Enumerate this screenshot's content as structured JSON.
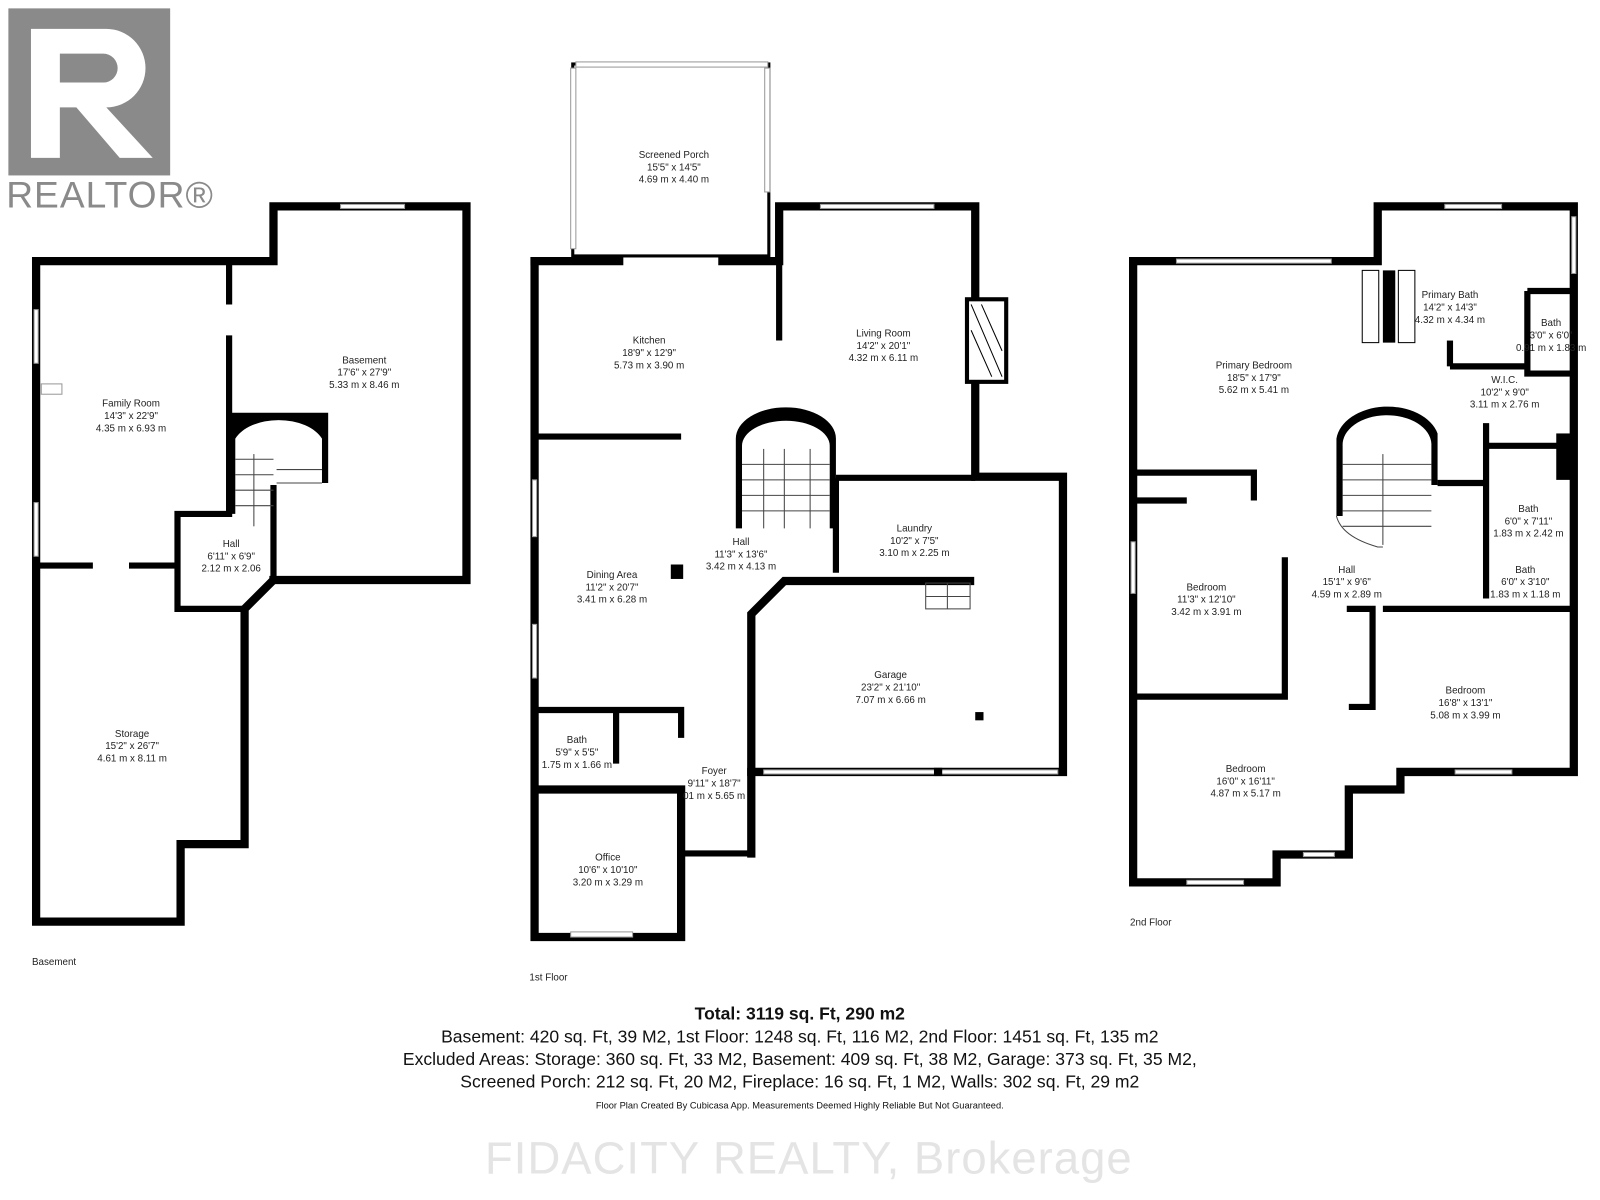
{
  "logo": {
    "text": "REALTOR®",
    "color": "#8a8a8a"
  },
  "floors": {
    "basement": {
      "label": "Basement",
      "rooms": [
        {
          "name": "Family Room",
          "imperial": "14'3\" x 22'9\"",
          "metric": "4.35 m x 6.93 m"
        },
        {
          "name": "Basement",
          "imperial": "17'6\" x 27'9\"",
          "metric": "5.33 m x 8.46 m"
        },
        {
          "name": "Hall",
          "imperial": "6'11\" x 6'9\"",
          "metric": "2.12 m x 2.06"
        },
        {
          "name": "Storage",
          "imperial": "15'2\" x 26'7\"",
          "metric": "4.61 m x 8.11 m"
        }
      ]
    },
    "first": {
      "label": "1st Floor",
      "rooms": [
        {
          "name": "Screened Porch",
          "imperial": "15'5\" x 14'5\"",
          "metric": "4.69 m x 4.40 m"
        },
        {
          "name": "Kitchen",
          "imperial": "18'9\" x 12'9\"",
          "metric": "5.73 m x 3.90 m"
        },
        {
          "name": "Living Room",
          "imperial": "14'2\" x 20'1\"",
          "metric": "4.32 m x 6.11 m"
        },
        {
          "name": "Dining Area",
          "imperial": "11'2\" x 20'7\"",
          "metric": "3.41 m x 6.28 m"
        },
        {
          "name": "Hall",
          "imperial": "11'3\" x 13'6\"",
          "metric": "3.42 m x 4.13 m"
        },
        {
          "name": "Laundry",
          "imperial": "10'2\" x 7'5\"",
          "metric": "3.10 m x 2.25 m"
        },
        {
          "name": "Garage",
          "imperial": "23'2\" x 21'10\"",
          "metric": "7.07 m x 6.66 m"
        },
        {
          "name": "Bath",
          "imperial": "5'9\" x 5'5\"",
          "metric": "1.75 m x 1.66 m"
        },
        {
          "name": "Foyer",
          "imperial": "9'11\" x 18'7\"",
          "metric": "01 m x 5.65 m"
        },
        {
          "name": "Office",
          "imperial": "10'6\" x 10'10\"",
          "metric": "3.20 m x 3.29 m"
        }
      ]
    },
    "second": {
      "label": "2nd Floor",
      "rooms": [
        {
          "name": "Primary Bedroom",
          "imperial": "18'5\" x 17'9\"",
          "metric": "5.62 m x 5.41 m"
        },
        {
          "name": "Primary Bath",
          "imperial": "14'2\" x 14'3\"",
          "metric": "4.32 m x 4.34 m"
        },
        {
          "name": "Bath",
          "imperial": "3'0\" x 6'0\"",
          "metric": "0.91 m x 1.83 m"
        },
        {
          "name": "W.I.C.",
          "imperial": "10'2\" x 9'0\"",
          "metric": "3.11 m x 2.76 m"
        },
        {
          "name": "Bedroom",
          "imperial": "11'3\" x 12'10\"",
          "metric": "3.42 m x 3.91 m"
        },
        {
          "name": "Hall",
          "imperial": "15'1\" x 9'6\"",
          "metric": "4.59 m x 2.89 m"
        },
        {
          "name": "Bath",
          "imperial": "6'0\" x 7'11\"",
          "metric": "1.83 m x 2.42 m"
        },
        {
          "name": "Bath",
          "imperial": "6'0\" x 3'10\"",
          "metric": "1.83 m x 1.18 m"
        },
        {
          "name": "Bedroom",
          "imperial": "16'8\" x 13'1\"",
          "metric": "5.08 m x 3.99 m"
        },
        {
          "name": "Bedroom",
          "imperial": "16'0\" x 16'11\"",
          "metric": "4.87 m x 5.17 m"
        }
      ]
    }
  },
  "summary": {
    "total": "Total: 3119 sq. Ft, 290 m2",
    "line1": "Basement: 420 sq. Ft, 39 M2, 1st Floor: 1248 sq. Ft, 116 M2, 2nd Floor: 1451 sq. Ft, 135 m2",
    "line2": "Excluded Areas: Storage: 360 sq. Ft, 33 M2, Basement: 409 sq. Ft, 38 M2, Garage: 373 sq. Ft, 35 M2,",
    "line3": "Screened Porch: 212 sq. Ft, 20 M2, Fireplace: 16 sq. Ft, 1 M2, Walls: 302 sq. Ft, 29 m2",
    "note": "Floor Plan Created By Cubicasa App. Measurements Deemed Highly Reliable But Not Guaranteed."
  },
  "watermark": "FIDACITY REALTY, Brokerage"
}
